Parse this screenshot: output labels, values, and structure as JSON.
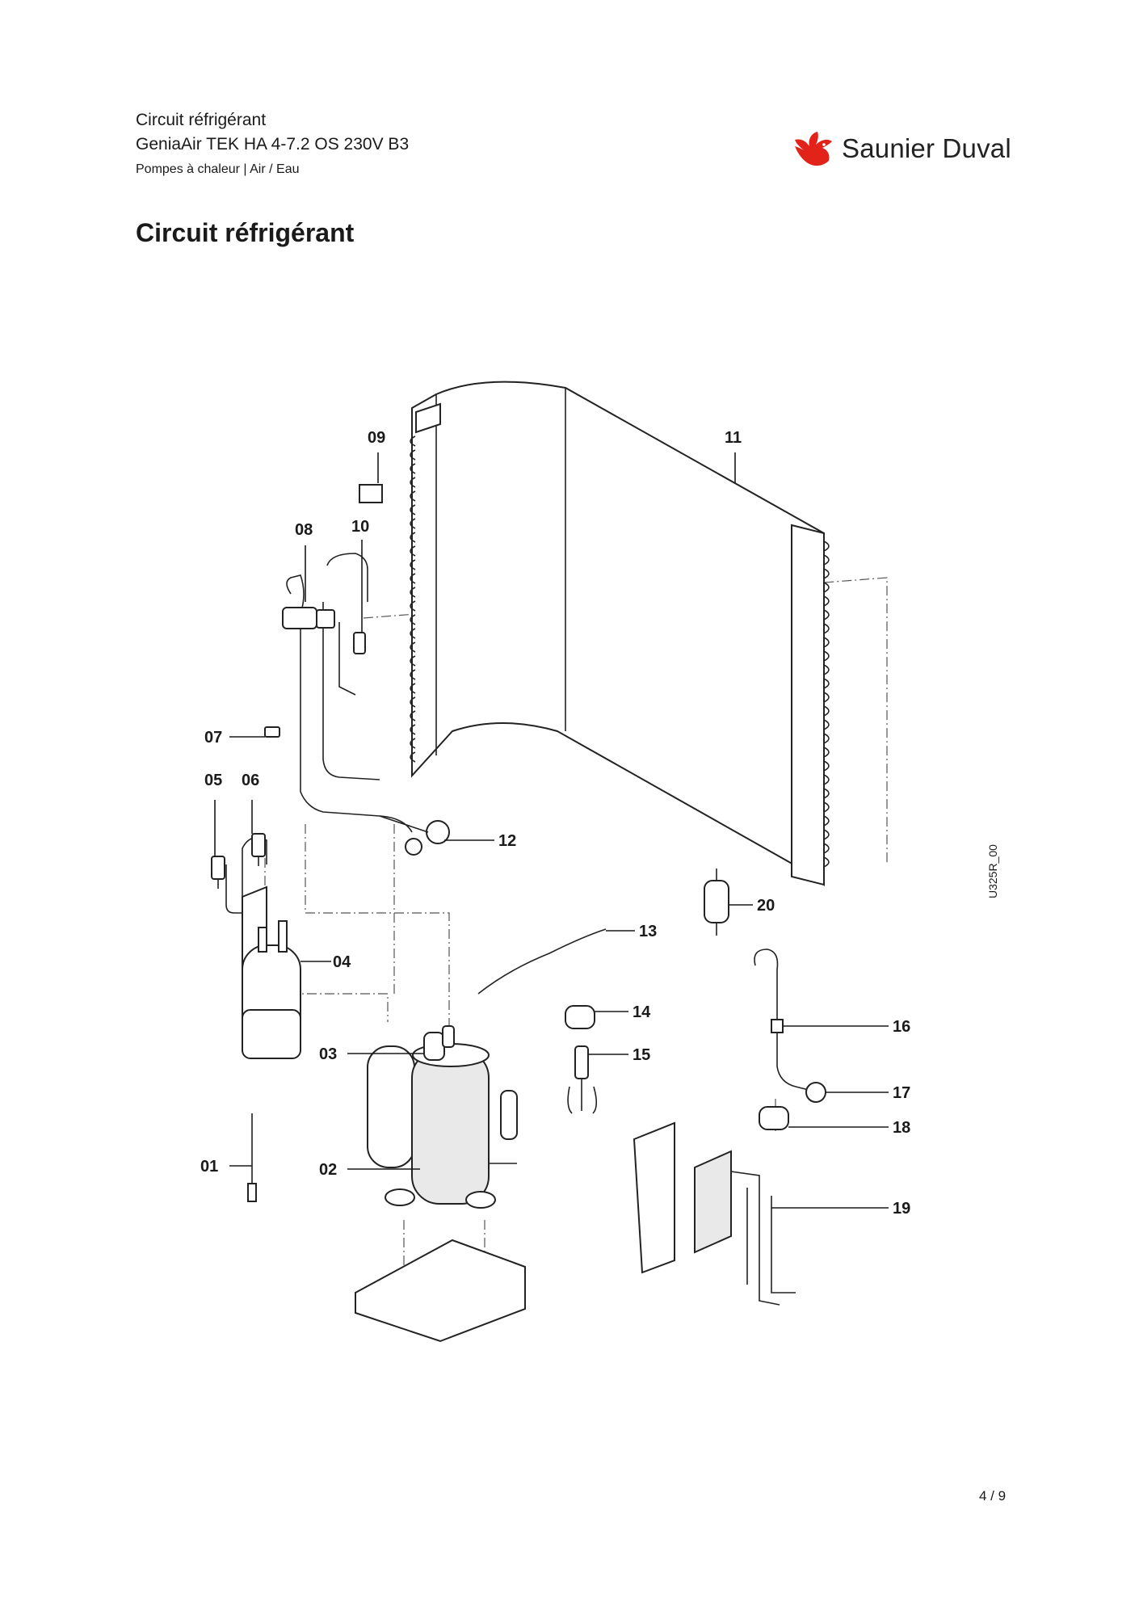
{
  "header": {
    "line1": "Circuit réfrigérant",
    "line2": "GeniaAir TEK HA 4-7.2 OS 230V B3",
    "line3": "Pompes à chaleur | Air / Eau"
  },
  "logo": {
    "brand": "Saunier Duval",
    "icon": "red-bird-logo",
    "color": "#e2231a"
  },
  "page_title": "Circuit réfrigérant",
  "diagram": {
    "drawing_ref": "U325R_00",
    "callouts": [
      "01",
      "02",
      "03",
      "04",
      "05",
      "06",
      "07",
      "08",
      "09",
      "10",
      "11",
      "12",
      "13",
      "14",
      "15",
      "16",
      "17",
      "18",
      "19",
      "20"
    ]
  },
  "footer": {
    "page": "4 / 9"
  }
}
